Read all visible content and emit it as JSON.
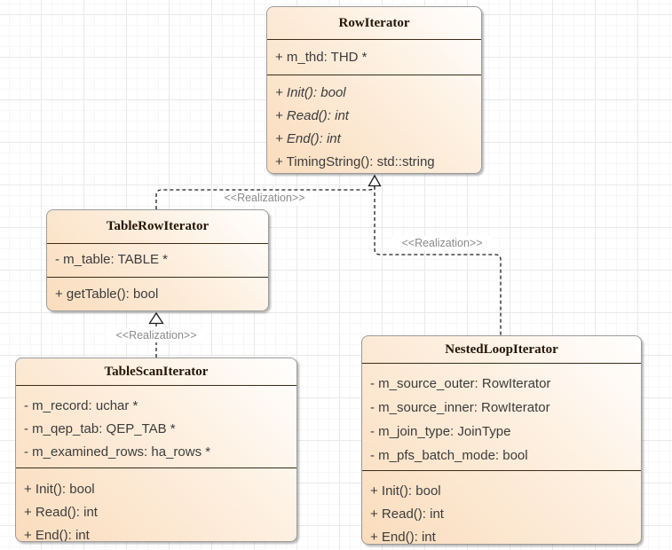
{
  "diagram_type": "uml-class-diagram",
  "colors": {
    "box_fill_peach": "#fadcbc",
    "box_fill_light": "#ffffff",
    "box_border": "#9b9b9b",
    "divider": "#3d2b18",
    "edge_stroke": "#1f1f1f",
    "edge_label": "#8a8a8a",
    "grid_minor": "#f7f7f7",
    "grid_major": "#e9e9e9"
  },
  "classes": [
    {
      "title": "RowIterator",
      "attributes": [
        {
          "text": "+ m_thd: THD *"
        }
      ],
      "methods": [
        {
          "text": "+ Init(): bool",
          "abstract": true
        },
        {
          "text": "+ Read(): int",
          "abstract": true
        },
        {
          "text": "+ End(): int",
          "abstract": true
        },
        {
          "text": "+ TimingString(): std::string",
          "abstract": false
        }
      ]
    },
    {
      "title": "TableRowIterator",
      "attributes": [
        {
          "text": "- m_table: TABLE *"
        }
      ],
      "methods": [
        {
          "text": "+ getTable(): bool",
          "abstract": false
        }
      ]
    },
    {
      "title": "TableScanIterator",
      "attributes": [
        {
          "text": "- m_record: uchar *"
        },
        {
          "text": "- m_qep_tab: QEP_TAB *"
        },
        {
          "text": "- m_examined_rows: ha_rows *"
        }
      ],
      "methods": [
        {
          "text": "+ Init(): bool",
          "abstract": false
        },
        {
          "text": "+ Read(): int",
          "abstract": false
        },
        {
          "text": "+ End(): int",
          "abstract": false
        }
      ]
    },
    {
      "title": "NestedLoopIterator",
      "attributes": [
        {
          "text": "- m_source_outer: RowIterator"
        },
        {
          "text": "- m_source_inner: RowIterator"
        },
        {
          "text": "- m_join_type: JoinType"
        },
        {
          "text": "- m_pfs_batch_mode: bool"
        }
      ],
      "methods": [
        {
          "text": "+ Init(): bool",
          "abstract": false
        },
        {
          "text": "+ Read(): int",
          "abstract": false
        },
        {
          "text": "+ End(): int",
          "abstract": false
        }
      ]
    }
  ],
  "edges": [
    {
      "from": "TableScanIterator",
      "to": "TableRowIterator",
      "label": "<<Realization>>"
    },
    {
      "from": "TableRowIterator",
      "to": "RowIterator",
      "label": "<<Realization>>"
    },
    {
      "from": "NestedLoopIterator",
      "to": "RowIterator",
      "label": "<<Realization>>"
    }
  ]
}
